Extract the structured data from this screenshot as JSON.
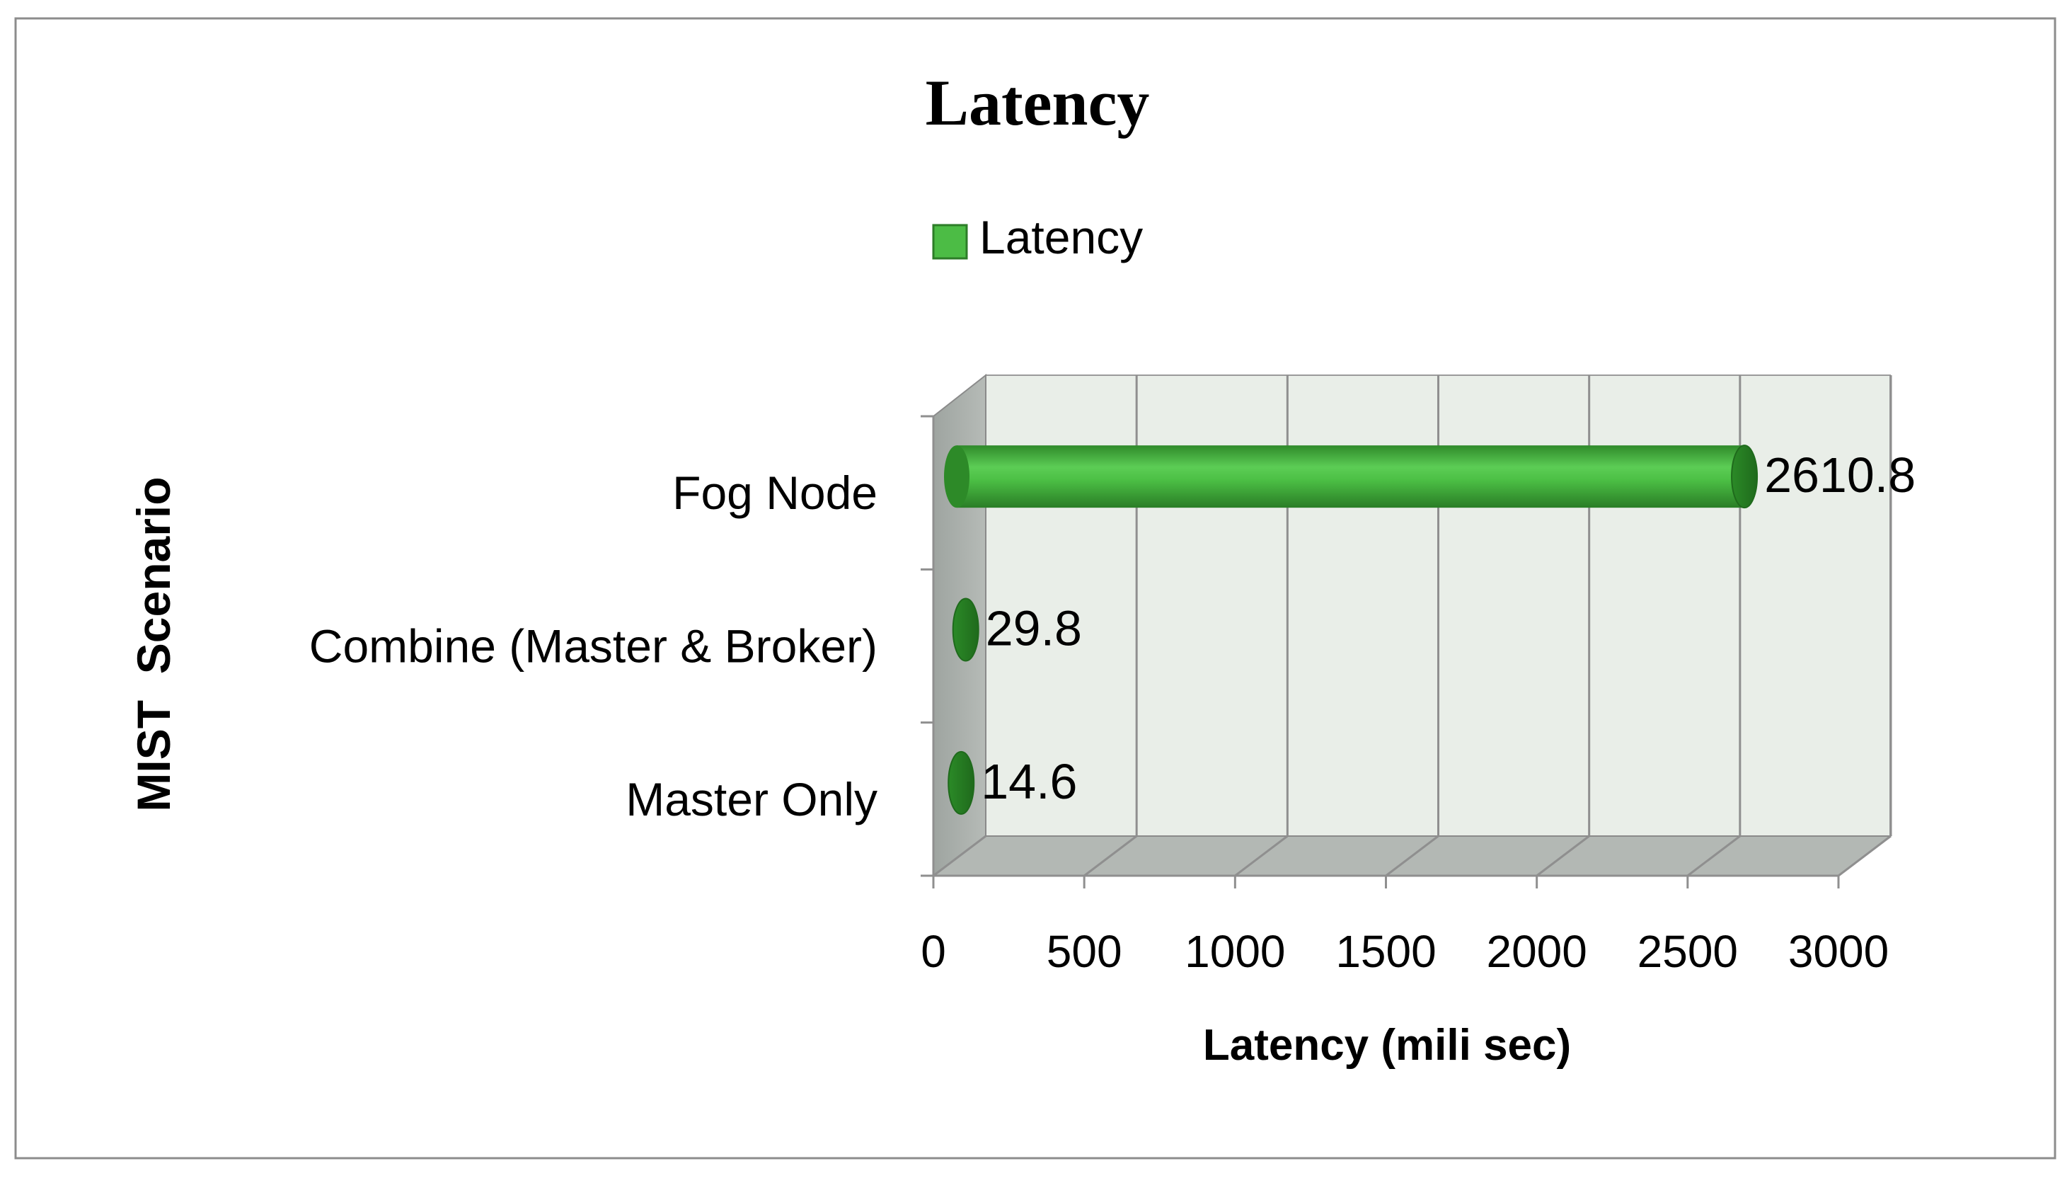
{
  "chart_data": {
    "type": "bar",
    "orientation": "horizontal",
    "title": "Latency",
    "xlabel": "Latency (mili sec)",
    "ylabel": "MIST  Scenario",
    "categories": [
      "Master Only",
      "Combine (Master & Broker)",
      "Fog Node"
    ],
    "series": [
      {
        "name": "Latency",
        "values": [
          14.6,
          29.8,
          2610.8
        ],
        "color": "#3fae3a"
      }
    ],
    "data_labels": [
      "14.6",
      "29.8",
      "2610.8"
    ],
    "xlim": [
      0,
      3000
    ],
    "xticks": [
      "0",
      "500",
      "1000",
      "1500",
      "2000",
      "2500",
      "3000"
    ],
    "grid": true,
    "legend": "top-center",
    "style": "3d-cylinder"
  }
}
